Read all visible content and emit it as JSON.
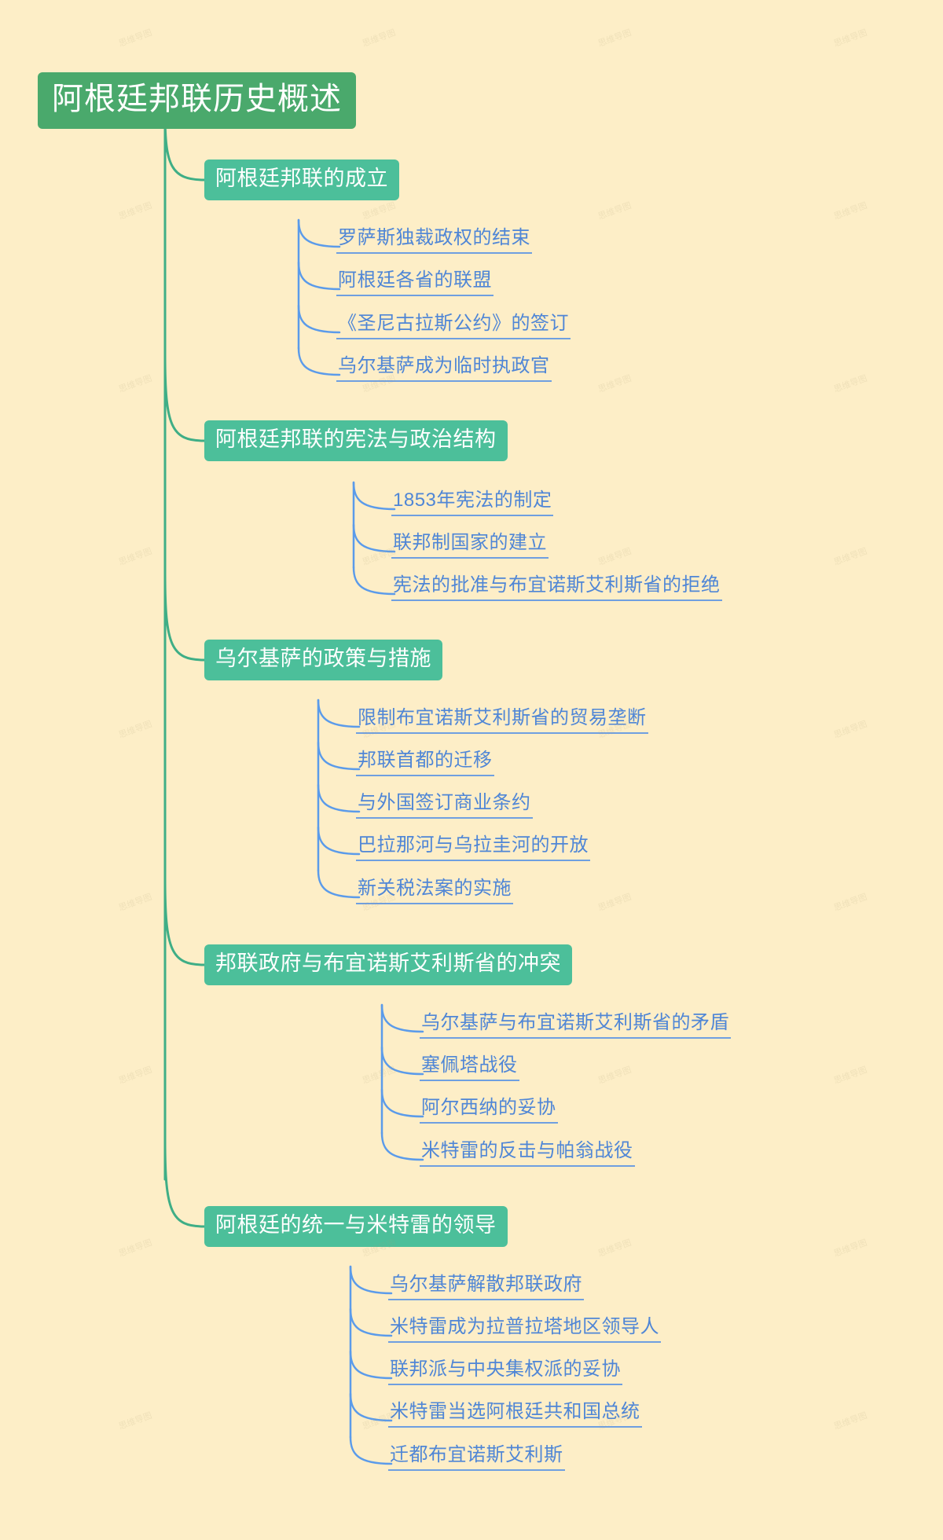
{
  "theme": {
    "background": "#fdeec7",
    "root_color": "#4aa96c",
    "branch_color": "#4cbf9a",
    "leaf_text_color": "#4f86d6",
    "link_green": "#3fae86",
    "link_blue": "#5b9bea"
  },
  "watermark_text": "思维导图",
  "mindmap": {
    "root": "阿根廷邦联历史概述",
    "branches": [
      {
        "label": "阿根廷邦联的成立",
        "leaves": [
          "罗萨斯独裁政权的结束",
          "阿根廷各省的联盟",
          "《圣尼古拉斯公约》的签订",
          "乌尔基萨成为临时执政官"
        ]
      },
      {
        "label": "阿根廷邦联的宪法与政治结构",
        "leaves": [
          "1853年宪法的制定",
          "联邦制国家的建立",
          "宪法的批准与布宜诺斯艾利斯省的拒绝"
        ]
      },
      {
        "label": "乌尔基萨的政策与措施",
        "leaves": [
          "限制布宜诺斯艾利斯省的贸易垄断",
          "邦联首都的迁移",
          "与外国签订商业条约",
          "巴拉那河与乌拉圭河的开放",
          "新关税法案的实施"
        ]
      },
      {
        "label": "邦联政府与布宜诺斯艾利斯省的冲突",
        "leaves": [
          "乌尔基萨与布宜诺斯艾利斯省的矛盾",
          "塞佩塔战役",
          "阿尔西纳的妥协",
          "米特雷的反击与帕翁战役"
        ]
      },
      {
        "label": "阿根廷的统一与米特雷的领导",
        "leaves": [
          "乌尔基萨解散邦联政府",
          "米特雷成为拉普拉塔地区领导人",
          "联邦派与中央集权派的妥协",
          "米特雷当选阿根廷共和国总统",
          "迁都布宜诺斯艾利斯"
        ]
      }
    ]
  }
}
